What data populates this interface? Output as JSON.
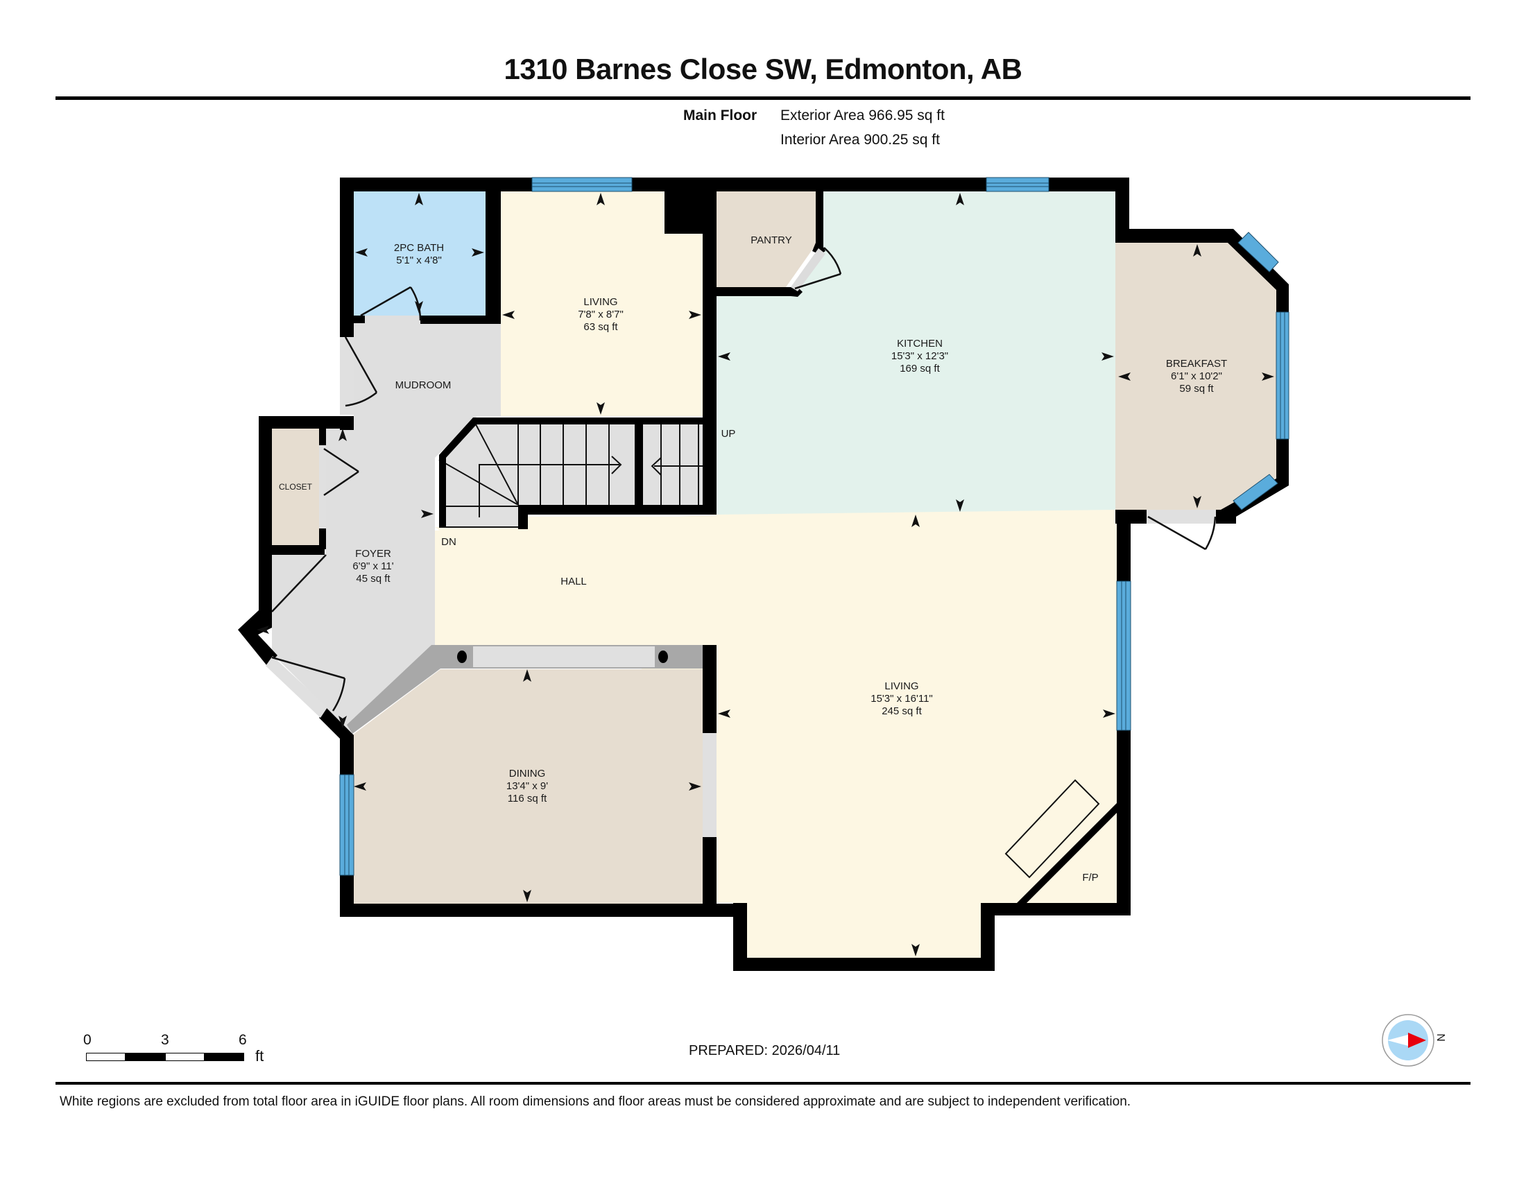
{
  "header": {
    "address": "1310 Barnes Close SW, Edmonton, AB",
    "floor_name": "Main Floor",
    "exterior_area": "Exterior Area 966.95 sq ft",
    "interior_area": "Interior Area 900.25 sq ft"
  },
  "colors": {
    "wall": "#000000",
    "window": "#5aacdc",
    "bath": "#bde1f7",
    "living": "#fdf7e3",
    "kitchen": "#e3f2ec",
    "pantry": "#e6ddd0",
    "breakfast": "#e6ddd0",
    "dining": "#e6ddd0",
    "closet": "#e6ddd0",
    "mudroom_foyer": "#dfdfdf",
    "stairs": "#e0e0e0",
    "compass_disc": "#aad8f5",
    "compass_arrow": "#e8000c"
  },
  "rooms": {
    "bath": {
      "name": "2PC BATH",
      "dims": "5'1\" x 4'8\""
    },
    "living_small": {
      "name": "LIVING",
      "dims": "7'8\" x 8'7\"",
      "area": "63 sq ft"
    },
    "pantry": {
      "name": "PANTRY"
    },
    "kitchen": {
      "name": "KITCHEN",
      "dims": "15'3\" x 12'3\"",
      "area": "169 sq ft"
    },
    "breakfast": {
      "name": "BREAKFAST",
      "dims": "6'1\" x 10'2\"",
      "area": "59 sq ft"
    },
    "mudroom": {
      "name": "MUDROOM"
    },
    "closet": {
      "name": "CLOSET"
    },
    "foyer": {
      "name": "FOYER",
      "dims": "6'9\" x 11'",
      "area": "45 sq ft"
    },
    "hall": {
      "name": "HALL"
    },
    "dining": {
      "name": "DINING",
      "dims": "13'4\" x 9'",
      "area": "116 sq ft"
    },
    "living_main": {
      "name": "LIVING",
      "dims": "15'3\" x 16'11\"",
      "area": "245 sq ft"
    },
    "fireplace": {
      "name": "F/P"
    }
  },
  "stairs": {
    "up_label": "UP",
    "down_label": "DN"
  },
  "scale_bar": {
    "ticks": [
      "0",
      "3",
      "6"
    ],
    "unit": "ft"
  },
  "prepared": "PREPARED: 2026/04/11",
  "compass": {
    "north_label": "N"
  },
  "footer": {
    "disclaimer": "White regions are excluded from total floor area in iGUIDE floor plans. All room dimensions and floor areas must be considered approximate and are subject to independent verification."
  }
}
